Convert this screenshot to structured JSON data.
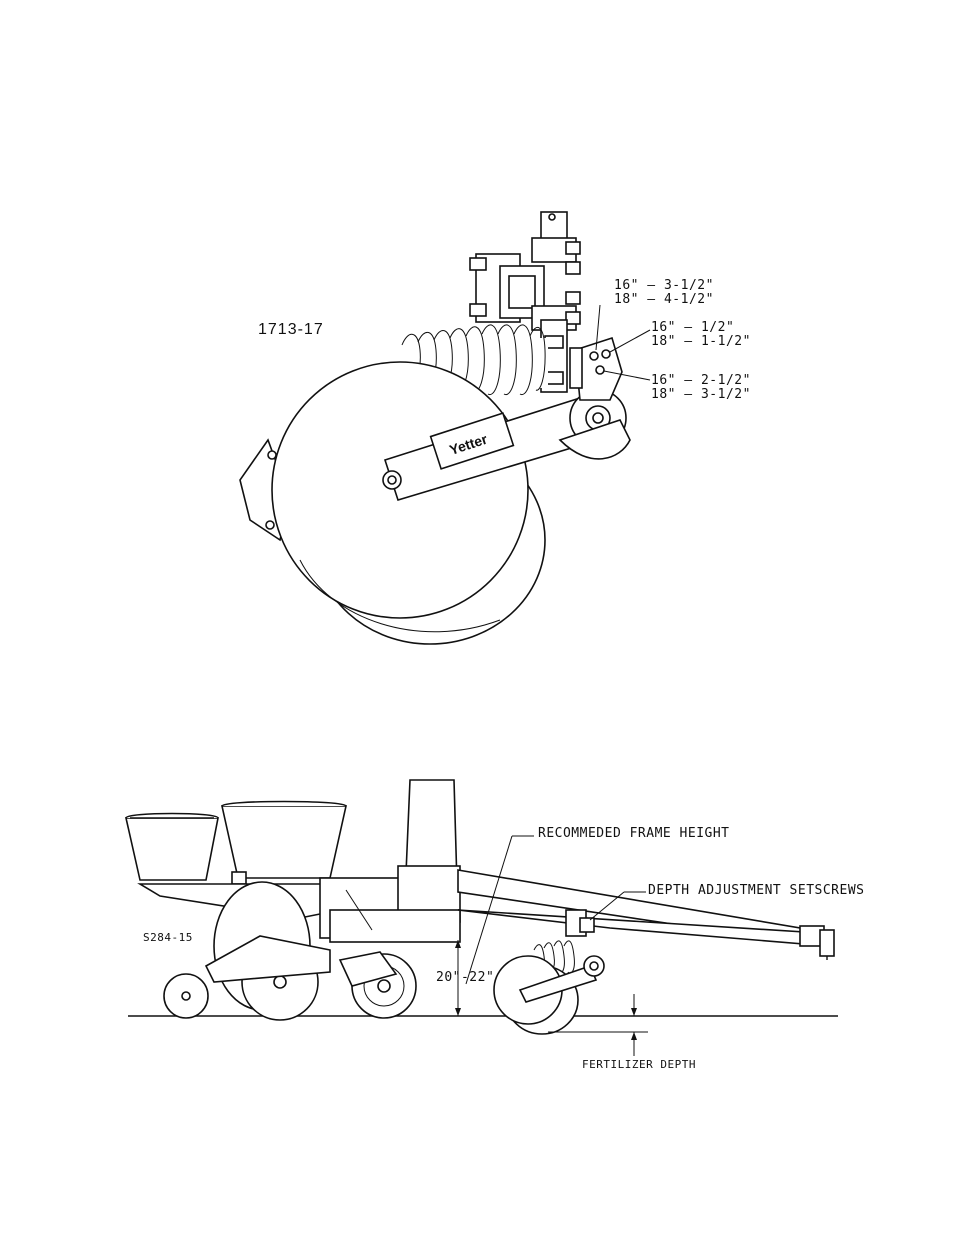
{
  "top_figure": {
    "part_number": "1713-17",
    "brand_decal": "Yetter",
    "hole_settings": [
      {
        "line1": "16\" – 3-1/2\"",
        "line2": "18\" – 4-1/2\""
      },
      {
        "line1": "16\" – 1/2\"",
        "line2": "18\" – 1-1/2\""
      },
      {
        "line1": "16\" – 2-1/2\"",
        "line2": "18\" – 3-1/2\""
      }
    ]
  },
  "bottom_figure": {
    "part_number": "S284-15",
    "callouts": {
      "frame_height": "RECOMMEDED FRAME HEIGHT",
      "setscrews": "DEPTH ADJUSTMENT SETSCREWS",
      "fertilizer_depth": "FERTILIZER DEPTH",
      "height_range": "20\"-22\""
    }
  }
}
